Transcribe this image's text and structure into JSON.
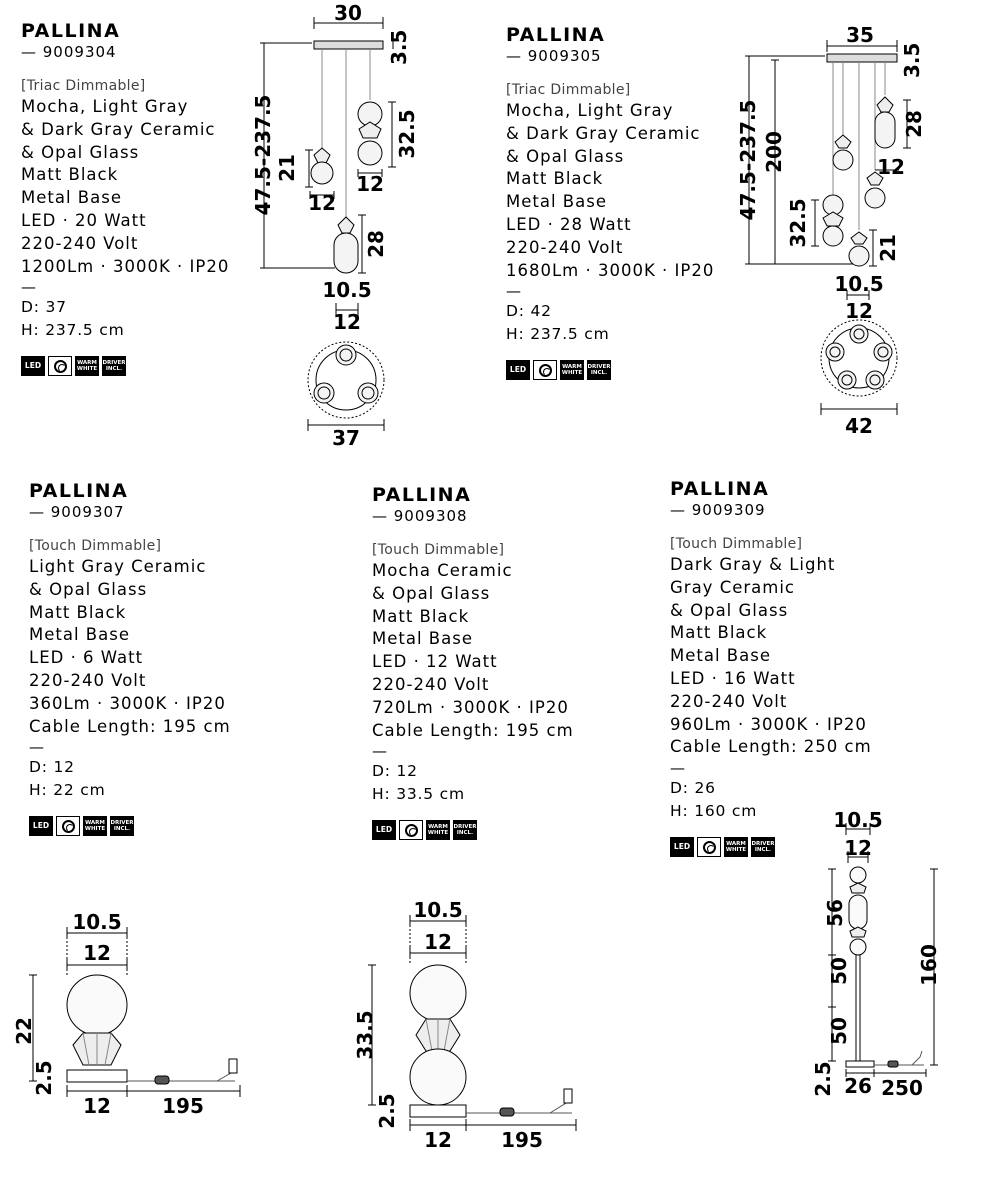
{
  "icons": {
    "led": "LED",
    "dim": "dimmer-icon",
    "warm": "WARM WHITE",
    "driver": "DRIVER INCL."
  },
  "products": [
    {
      "title": "PALLINA",
      "code": "— 9009304",
      "control": "[Triac Dimmable]",
      "specs": [
        "Mocha, Light Gray",
        "& Dark Gray Ceramic",
        "& Opal Glass",
        "Matt Black",
        "Metal Base",
        "LED · 20 Watt",
        "220-240 Volt",
        "1200Lm · 3000K · IP20"
      ],
      "dash": "—",
      "d": "D: 37",
      "h": "H: 237.5 cm",
      "drawing": {
        "top": "30",
        "canopy": "3.5",
        "drop": "47.5-237.5",
        "left": "21",
        "leftw": "12",
        "right": "32.5",
        "rightw": "12",
        "center": "28",
        "cw1": "10.5",
        "cw2": "12",
        "base": "37"
      }
    },
    {
      "title": "PALLINA",
      "code": "— 9009305",
      "control": "[Triac Dimmable]",
      "specs": [
        "Mocha, Light Gray",
        "& Dark Gray Ceramic",
        "& Opal Glass",
        "Matt Black",
        "Metal Base",
        "LED · 28 Watt",
        "220-240 Volt",
        "1680Lm · 3000K · IP20"
      ],
      "dash": "—",
      "d": "D: 42",
      "h": "H: 237.5 cm",
      "drawing": {
        "top": "35",
        "canopy": "3.5",
        "drop": "47.5-237.5",
        "drop2": "200",
        "r1": "28",
        "r1w": "12",
        "l1": "32.5",
        "c1": "21",
        "cw1": "10.5",
        "cw2": "12",
        "base": "42"
      }
    },
    {
      "title": "PALLINA",
      "code": "— 9009307",
      "control": "[Touch Dimmable]",
      "specs": [
        "Light Gray Ceramic",
        "& Opal Glass",
        "Matt Black",
        "Metal Base",
        "LED · 6 Watt",
        "220-240 Volt",
        "360Lm · 3000K · IP20",
        "Cable Length: 195 cm"
      ],
      "dash": "—",
      "d": "D: 12",
      "h": "H: 22 cm",
      "drawing": {
        "w1": "10.5",
        "w2": "12",
        "height": "22",
        "base": "2.5",
        "bw": "12",
        "cable": "195"
      }
    },
    {
      "title": "PALLINA",
      "code": "— 9009308",
      "control": "[Touch Dimmable]",
      "specs": [
        "Mocha Ceramic",
        "& Opal Glass",
        "Matt Black",
        "Metal Base",
        "LED · 12 Watt",
        "220-240 Volt",
        "720Lm · 3000K · IP20",
        "Cable Length: 195 cm"
      ],
      "dash": "—",
      "d": "D: 12",
      "h": "H: 33.5 cm",
      "drawing": {
        "w1": "10.5",
        "w2": "12",
        "height": "33.5",
        "base": "2.5",
        "bw": "12",
        "cable": "195"
      }
    },
    {
      "title": "PALLINA",
      "code": "— 9009309",
      "control": "[Touch Dimmable]",
      "specs": [
        "Dark Gray & Light",
        "Gray Ceramic",
        "& Opal Glass",
        "Matt Black",
        "Metal Base",
        "LED · 16 Watt",
        "220-240 Volt",
        "960Lm · 3000K · IP20",
        "Cable Length: 250 cm"
      ],
      "dash": "—",
      "d": "D: 26",
      "h": "H: 160 cm",
      "drawing": {
        "w1": "10.5",
        "w2": "12",
        "s1": "56",
        "s2": "50",
        "s3": "50",
        "total": "160",
        "base": "2.5",
        "bw": "26",
        "cable": "250"
      }
    }
  ]
}
